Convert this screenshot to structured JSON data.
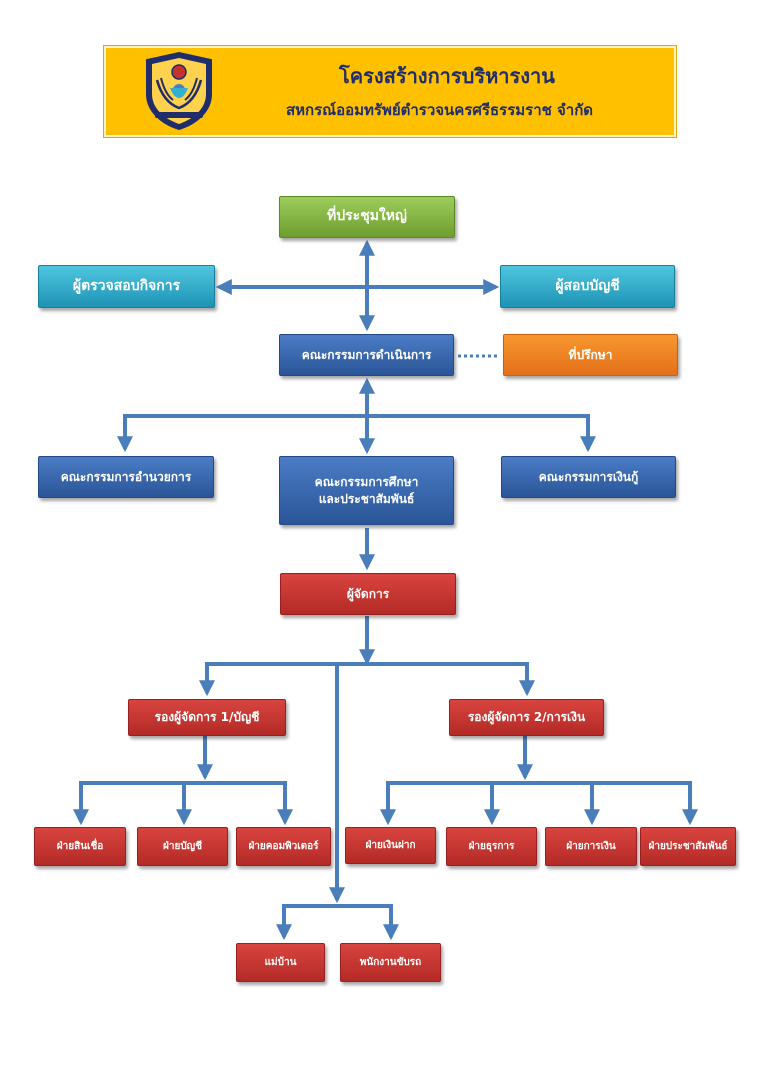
{
  "header": {
    "title": "โครงสร้างการบริหารงาน",
    "subtitle": "สหกรณ์ออมทรัพย์ตำรวจนครศรีธรรมราช จำกัด",
    "logo_icon": "police-cooperative-seal-icon"
  },
  "nodes": {
    "general_meeting": "ที่ประชุมใหญ่",
    "business_auditor": "ผู้ตรวจสอบกิจการ",
    "account_auditor": "ผู้สอบบัญชี",
    "board": "คณะกรรมการดำเนินการ",
    "advisor": "ที่ปรึกษา",
    "admin_committee": "คณะกรรมการอำนวยการ",
    "education_committee_line1": "คณะกรรมการศึกษา",
    "education_committee_line2": "และประชาสัมพันธ์",
    "loan_committee": "คณะกรรมการเงินกู้",
    "manager": "ผู้จัดการ",
    "deputy1": "รองผู้จัดการ 1/บัญชี",
    "deputy2": "รองผู้จัดการ 2/การเงิน",
    "credit_dept": "ฝ่ายสินเชื่อ",
    "accounting_dept": "ฝ่ายบัญชี",
    "computer_dept": "ฝ่ายคอมพิวเตอร์",
    "deposit_dept": "ฝ่ายเงินฝาก",
    "admin_dept": "ฝ่ายธุรการ",
    "finance_dept": "ฝ่ายการเงิน",
    "pr_dept": "ฝ่ายประชาสัมพันธ์",
    "housekeeper": "แม่บ้าน",
    "driver": "พนักงานขับรถ"
  },
  "colors": {
    "header": "#ffc000",
    "connector": "#4a7ebb",
    "green": "#8dbb4a",
    "cyan": "#31b0d0",
    "blue": "#3565ad",
    "orange": "#f0822a",
    "red": "#c4342f"
  }
}
